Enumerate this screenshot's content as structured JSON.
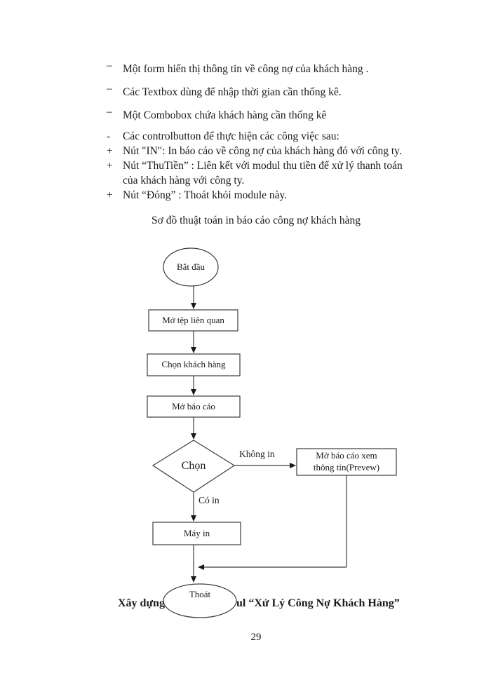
{
  "bullets": [
    {
      "marker": "–",
      "text": "Một form hiển thị thông tin về công nợ của khách hàng ."
    },
    {
      "marker": "–",
      "text": "Các Textbox dùng để nhập thời gian cần thống kê."
    },
    {
      "marker": "–",
      "text": "Một Combobox chứa khách hàng cần thống kê"
    },
    {
      "marker": "-",
      "text": "Các controlbutton để thực hiện các công việc sau:"
    },
    {
      "marker": "+",
      "text": "Nút \"IN\": In báo cáo về công nợ của khách hàng đó với công ty."
    },
    {
      "marker": "+",
      "text": "Nút “ThuTiền” : Liên kết với modul thu tiền để xử lý thanh toán"
    },
    {
      "marker": "",
      "text": "của khách hàng với công ty."
    },
    {
      "marker": "+",
      "text": "Nút “Đóng” : Thoát khỏi module này."
    }
  ],
  "diagram_title": "Sơ đồ thuật toán in báo cáo công nợ khách hàng",
  "flowchart": {
    "start": "Bắt đầu",
    "step_open_files": "Mở tệp liên quan",
    "step_choose_customer": "Chọn khách hàng",
    "step_open_report": "Mở báo cáo",
    "decision": "Chọn",
    "branch_no_print": "Không in",
    "branch_print": "Có in",
    "preview_line1": "Mở báo cáo xem",
    "preview_line2": "thông tin(Prevew)",
    "printer": "Máy in",
    "end": "Thoát"
  },
  "footer_caption": {
    "left": "Xây dựng",
    "right": "ul “Xử Lý Công Nợ Khách Hàng”"
  },
  "page": {
    "number": "29"
  }
}
